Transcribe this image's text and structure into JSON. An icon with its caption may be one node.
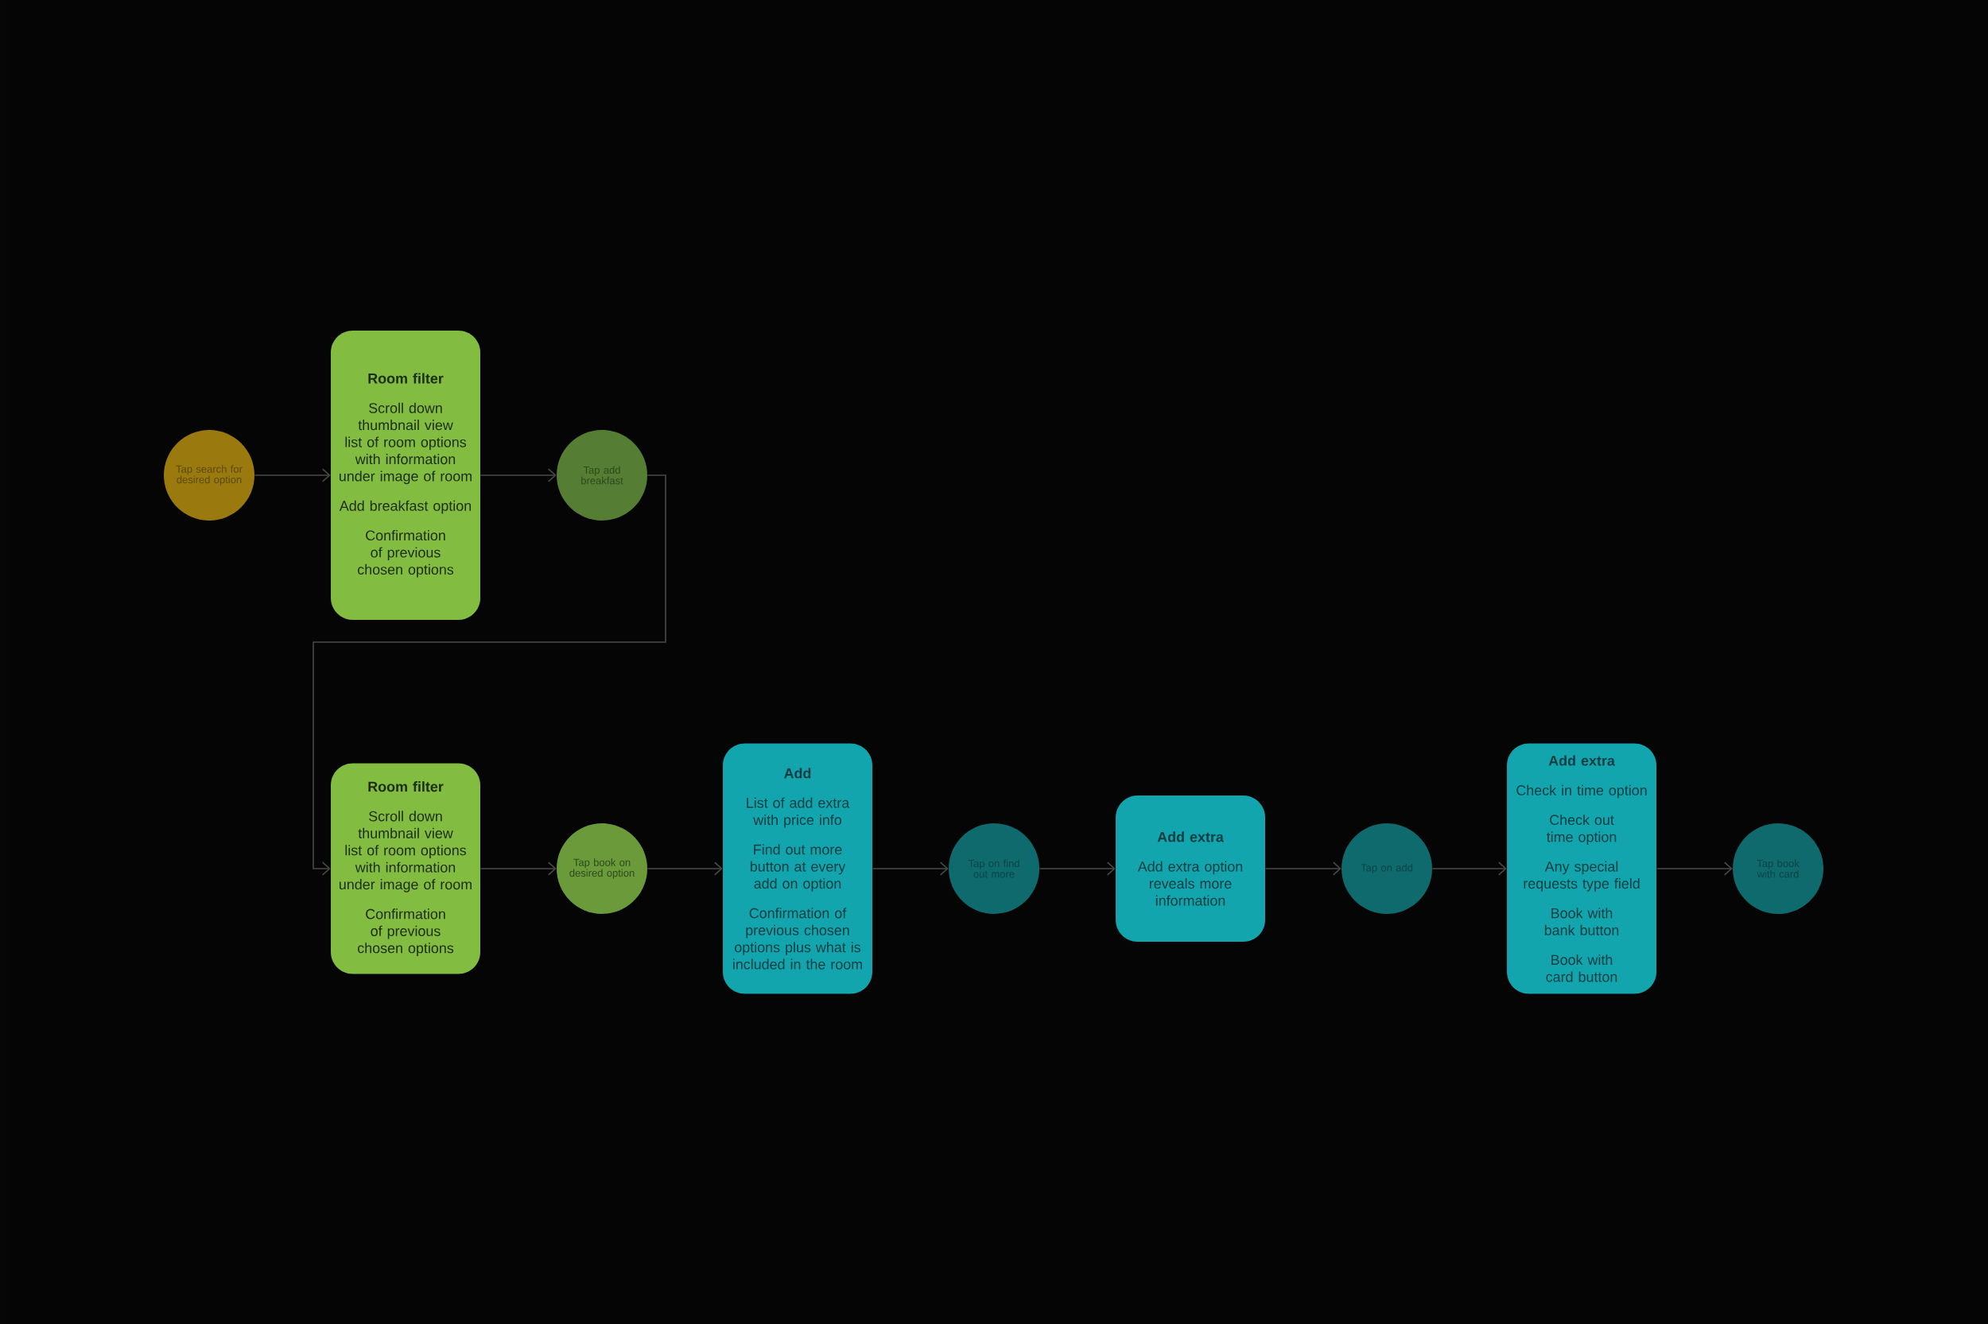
{
  "diagram": {
    "nodes": [
      {
        "text": [
          "Tap search for desired option"
        ]
      },
      {
        "text": [
          "Room filter",
          "Scroll down thumbnail view list of room options with information under image of room",
          "Add breakfast option",
          "Confirmation of previous chosen options"
        ]
      },
      {
        "text": [
          "Tap add breakfast"
        ]
      },
      {
        "text": [
          "Room filter",
          "Scroll down thumbnail view list of room options with information under image of room",
          "Confirmation of previous chosen options"
        ]
      },
      {
        "text": [
          "Tap book on desired option"
        ]
      },
      {
        "text": [
          "Add",
          "List of add extra with price info",
          "Find out more button at every add on option",
          "Confirmation of previous chosen options plus what is included in the room"
        ]
      },
      {
        "text": [
          "Tap on find out more"
        ]
      },
      {
        "text": [
          "Add extra",
          "Add extra option reveals more information"
        ]
      },
      {
        "text": [
          "Tap on add"
        ]
      },
      {
        "text": [
          "Add extra",
          "Check in time option",
          "Check out time option",
          "Any special requests type field",
          "Book with bank button",
          "Book with card button"
        ]
      },
      {
        "text": [
          "Tap book with card"
        ]
      }
    ],
    "edges": [
      {
        "from": 0,
        "to": 1,
        "arrow": "to"
      },
      {
        "from": 1,
        "to": 2,
        "arrow": "to"
      },
      {
        "from": 2,
        "to": 3,
        "arrow": "to"
      },
      {
        "from": 3,
        "to": 4,
        "arrow": "to"
      },
      {
        "from": 4,
        "to": 5,
        "arrow": "to"
      },
      {
        "from": 5,
        "to": 6,
        "arrow": "to"
      },
      {
        "from": 6,
        "to": 7,
        "arrow": "to"
      },
      {
        "from": 7,
        "to": 8,
        "arrow": "to"
      },
      {
        "from": 8,
        "to": 9,
        "arrow": "to"
      },
      {
        "from": 9,
        "to": 10,
        "arrow": "to"
      }
    ]
  }
}
